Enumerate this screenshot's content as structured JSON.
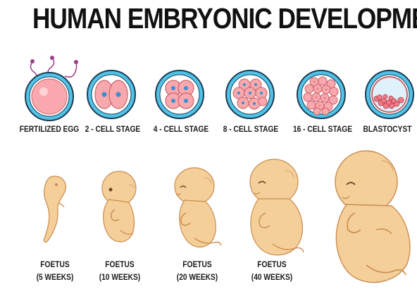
{
  "title": "HUMAN EMBRYONIC DEVELOPME",
  "stages": [
    {
      "label": "FERTILIZED EGG",
      "icon": "fertilized-egg-icon"
    },
    {
      "label": "2 - CELL STAGE",
      "icon": "two-cell-icon"
    },
    {
      "label": "4 - CELL STAGE",
      "icon": "four-cell-icon"
    },
    {
      "label": "8 - CELL STAGE",
      "icon": "eight-cell-icon"
    },
    {
      "label": "16 - CELL STAGE",
      "icon": "sixteen-cell-icon"
    },
    {
      "label": "BLASTOCYST",
      "icon": "blastocyst-icon"
    }
  ],
  "foetuses": [
    {
      "line1": "FOETUS",
      "line2": "(5 WEEKS)",
      "icon": "foetus-5-weeks-icon"
    },
    {
      "line1": "FOETUS",
      "line2": "(10 WEEKS)",
      "icon": "foetus-10-weeks-icon"
    },
    {
      "line1": "FOETUS",
      "line2": "(20 WEEKS)",
      "icon": "foetus-20-weeks-icon"
    },
    {
      "line1": "FOETUS",
      "line2": "(40 WEEKS)",
      "icon": "foetus-40-weeks-icon"
    },
    {
      "line1": "",
      "line2": "",
      "icon": "foetus-full-term-icon"
    }
  ],
  "colors": {
    "zona": "#4fc3e8",
    "cell": "#f9a8ad",
    "nucleus": "#3a8fd0",
    "skin": "#f4cf9a",
    "skin_shadow": "#dba56a",
    "sperm": "#9b3f8a"
  }
}
